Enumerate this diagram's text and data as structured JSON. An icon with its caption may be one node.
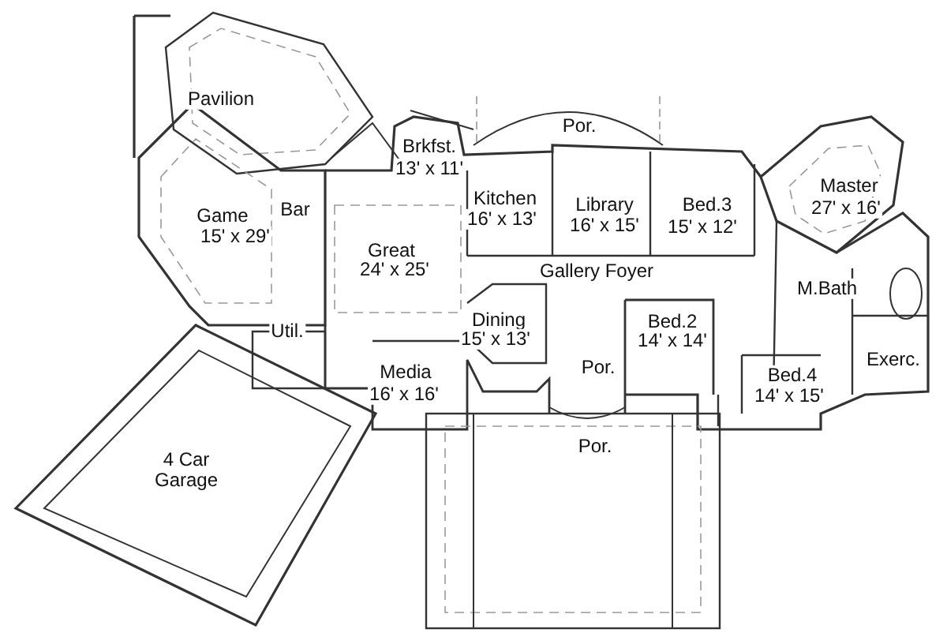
{
  "diagram": {
    "labels": [
      "Pavilion",
      "Brkfst.",
      "13' x 11'",
      "Por.",
      "Master",
      "27' x 16'",
      "Kitchen",
      "16' x 13'",
      "Library",
      "16' x 15'",
      "Bed.3",
      "15' x 12'",
      "Game",
      "15' x 29'",
      "Bar",
      "Great",
      "24' x 25'",
      "Gallery Foyer",
      "M.Bath",
      "Dining",
      "15' x 13'",
      "Bed.2",
      "14' x 14'",
      "Exerc.",
      "Util.",
      "Media",
      "16' x 16'",
      "Por.",
      "Bed.4",
      "14' x 15'",
      "4 Car Garage",
      "Por."
    ]
  }
}
